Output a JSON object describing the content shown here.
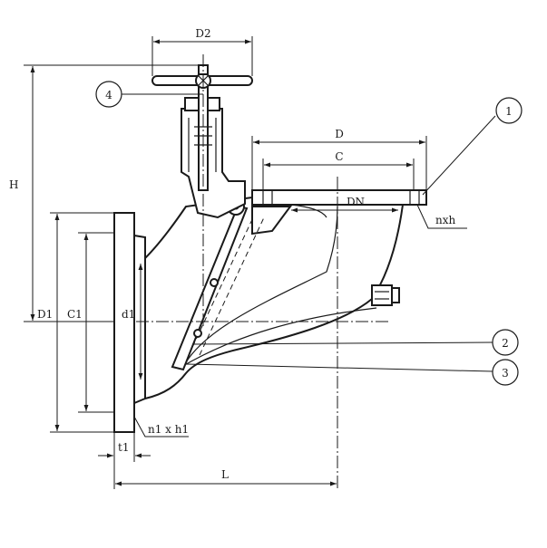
{
  "dimensions": {
    "D2": "D2",
    "H": "H",
    "D": "D",
    "C": "C",
    "DN": "DN",
    "nxh": "nxh",
    "D1": "D1",
    "C1": "C1",
    "d1": "d1",
    "n1xh1": "n1 x h1",
    "t1": "t1",
    "L": "L"
  },
  "callouts": [
    "1",
    "2",
    "3",
    "4"
  ]
}
